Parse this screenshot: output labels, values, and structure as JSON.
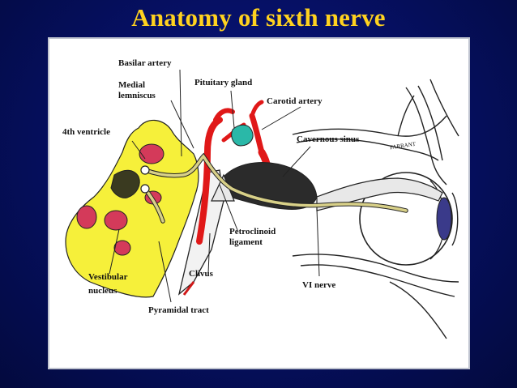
{
  "slide": {
    "title": "Anatomy of sixth nerve"
  },
  "labels": {
    "basilar_artery": "Basilar artery",
    "medial_lemniscus_1": "Medial",
    "medial_lemniscus_2": "lemniscus",
    "pituitary_gland": "Pituitary gland",
    "carotid_artery": "Carotid artery",
    "fourth_ventricle": "4th ventricle",
    "cavernous_sinus": "Cavernous sinus",
    "petroclinoid_1": "Petroclinoid",
    "petroclinoid_2": "ligament",
    "clivus": "Clivus",
    "vestibular_1": "Vestibular",
    "vestibular_2": "nucleus",
    "vi_nerve": "VI nerve",
    "pyramidal_tract": "Pyramidal tract",
    "signature": "FARRANT"
  },
  "colors": {
    "background": "#061066",
    "title": "#ffd21f",
    "brainstem": "#f6f03a",
    "nuclei": "#d43a5a",
    "artery": "#e01818",
    "pituitary": "#2ab8a8",
    "nerve": "#d8d088"
  }
}
